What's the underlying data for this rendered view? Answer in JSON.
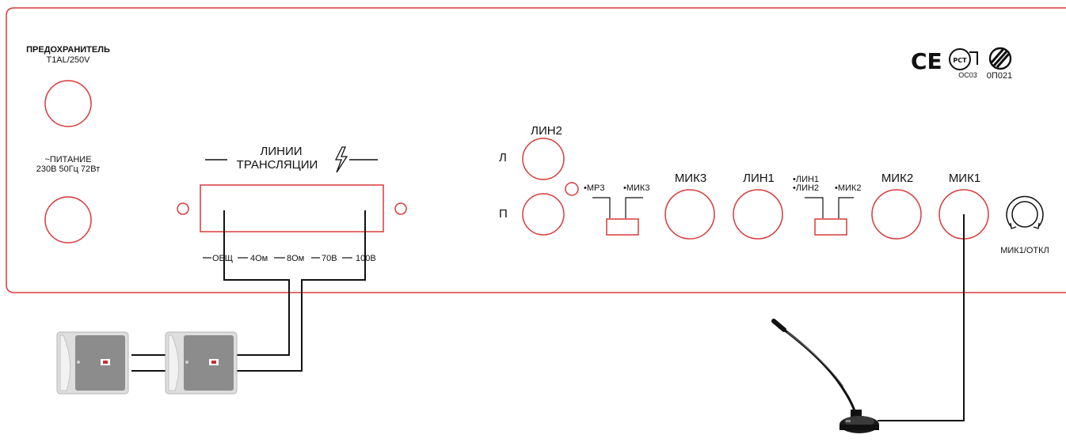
{
  "panel": {
    "fuse_title": "ПРЕДОХРАНИТЕЛЬ",
    "fuse_rating": "T1AL/250V",
    "power_title": "~ПИТАНИЕ",
    "power_rating": "230В 50Гц 72Вт",
    "lines_title_1": "ЛИНИИ",
    "lines_title_2": "ТРАНСЛЯЦИИ",
    "taps": [
      "ОБЩ",
      "4Ом",
      "8Ом",
      "70В",
      "100В"
    ],
    "lin2": "ЛИН2",
    "left": "Л",
    "right": "П",
    "mp3": "•MP3",
    "mik3_sel": "•МИК3",
    "mik3": "МИК3",
    "lin1": "ЛИН1",
    "sel_lin1": "•ЛИН1",
    "sel_lin2": "•ЛИН2",
    "mik2_sel": "•МИК2",
    "mik2": "МИК2",
    "mik1": "МИК1",
    "mik1_switch": "МИК1/ОТКЛ",
    "cert_1": "ОС03",
    "cert_2": "0П021"
  },
  "marks": {
    "ce": "CE",
    "rst": "РСТ"
  },
  "icons": [
    "lightning-icon",
    "speaker-icon",
    "microphone-icon",
    "knob-icon",
    "ce-mark-icon",
    "rst-mark-icon",
    "certification-mark-icon"
  ],
  "colors": {
    "panel_outline": "#d93a3a",
    "wire": "#111111",
    "speaker_grille": "#8c8c8c"
  }
}
